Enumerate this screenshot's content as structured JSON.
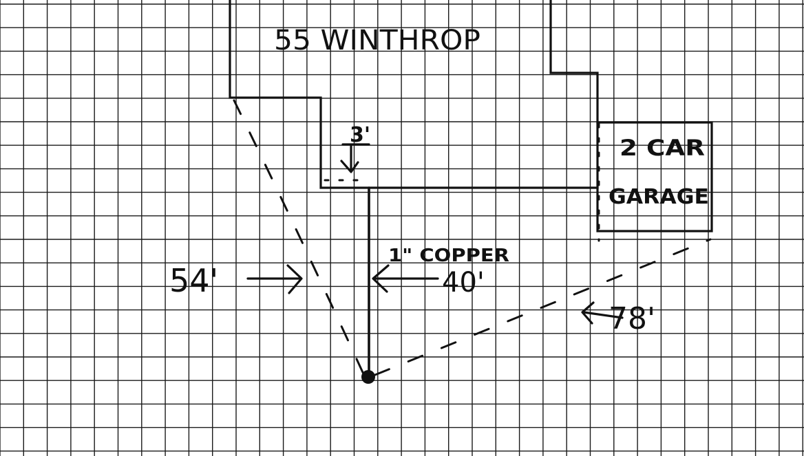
{
  "labels": {
    "street_address": "55 WINTHROP",
    "garage_line1": "2 CAR",
    "garage_line2": "GARAGE",
    "pipe_material": "1\" COPPER",
    "offset_depth": "3'",
    "dim_left": "54'",
    "dim_center": "40'",
    "dim_right": "78'"
  },
  "colors": {
    "ink": "#111111",
    "paper": "#ffffff",
    "grid": "#1a1a1a"
  }
}
